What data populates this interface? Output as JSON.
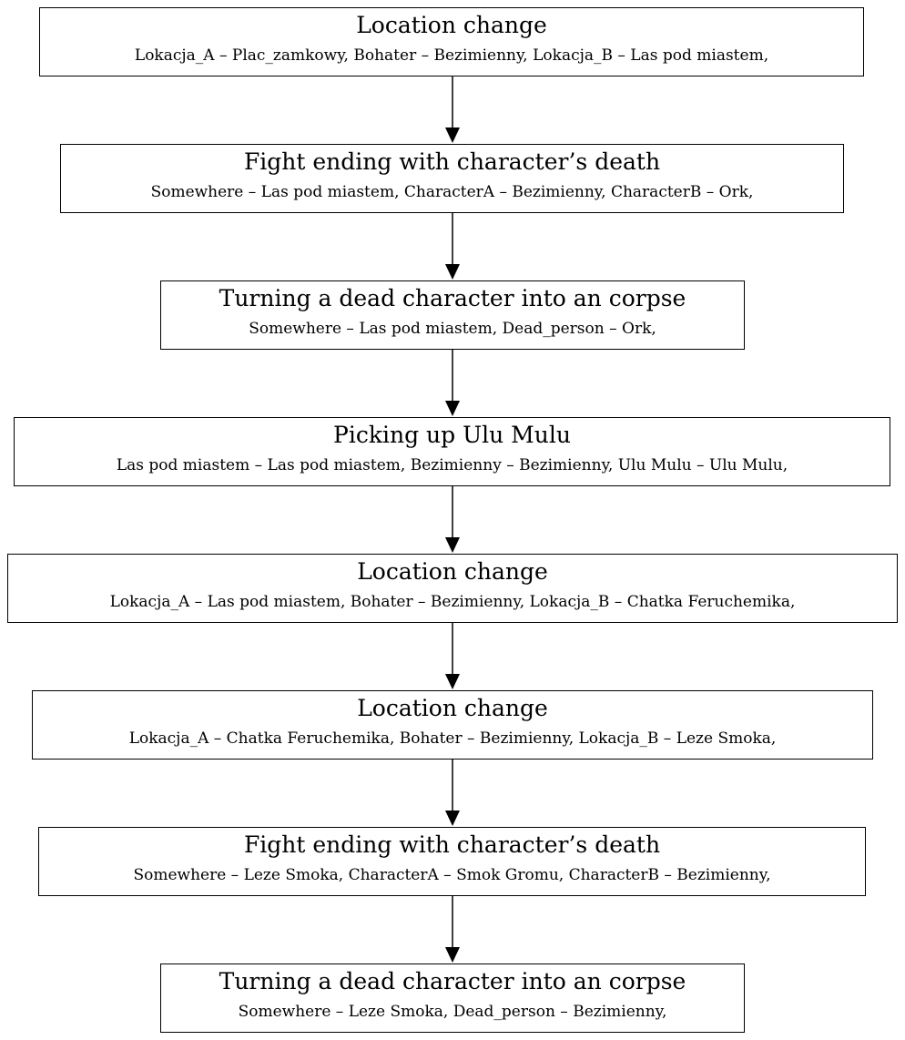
{
  "nodes": [
    {
      "title": "Location change",
      "detail": "Lokacja_A – Plac_zamkowy, Bohater – Bezimienny, Lokacja_B – Las pod miastem,"
    },
    {
      "title": "Fight ending with character’s death",
      "detail": "Somewhere – Las pod miastem, CharacterA – Bezimienny, CharacterB – Ork,"
    },
    {
      "title": "Turning a dead character into an corpse",
      "detail": "Somewhere – Las pod miastem, Dead_person – Ork,"
    },
    {
      "title": "Picking up Ulu Mulu",
      "detail": "Las pod miastem – Las pod miastem, Bezimienny – Bezimienny, Ulu Mulu – Ulu Mulu,"
    },
    {
      "title": "Location change",
      "detail": "Lokacja_A – Las pod miastem, Bohater – Bezimienny, Lokacja_B – Chatka Feruchemika,"
    },
    {
      "title": "Location change",
      "detail": "Lokacja_A – Chatka Feruchemika, Bohater – Bezimienny, Lokacja_B – Leze Smoka,"
    },
    {
      "title": "Fight ending with character’s death",
      "detail": "Somewhere – Leze Smoka, CharacterA – Smok Gromu, CharacterB – Bezimienny,"
    },
    {
      "title": "Turning a dead character into an corpse",
      "detail": "Somewhere – Leze Smoka, Dead_person – Bezimienny,"
    }
  ]
}
